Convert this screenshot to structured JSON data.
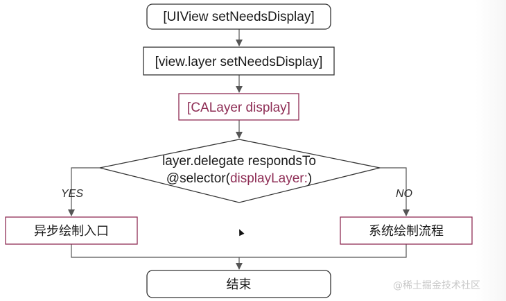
{
  "diagram": {
    "nodes": {
      "start": "[UIView setNeedsDisplay]",
      "layer_set": "[view.layer setNeedsDisplay]",
      "calayer_display": "[CALayer display]",
      "decision_line1": "layer.delegate respondsTo",
      "decision_line2_prefix": "@selector(",
      "decision_line2_accent": "displayLayer:",
      "decision_line2_suffix": ")",
      "async_entry": "异步绘制入口",
      "system_flow": "系统绘制流程",
      "end": "结束"
    },
    "branches": {
      "yes": "YES",
      "no": "NO"
    },
    "watermark": "@稀土掘金技术社区",
    "colors": {
      "box_border": "#333333",
      "accent_border": "#8e2d55",
      "accent_text": "#8e2d55",
      "edge": "#555555"
    }
  }
}
